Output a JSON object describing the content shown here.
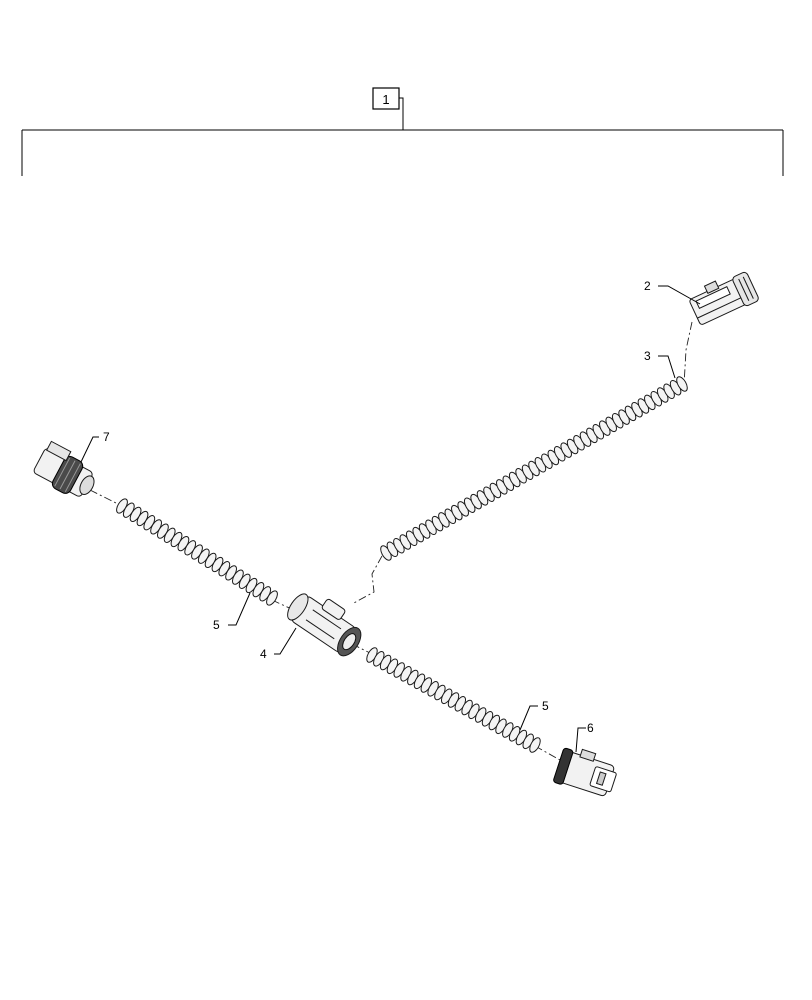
{
  "assembly": {
    "item": "1"
  },
  "callouts": {
    "c2": "2",
    "c3": "3",
    "c4": "4",
    "c5a": "5",
    "c5b": "5",
    "c6": "6",
    "c7": "7"
  },
  "colors": {
    "ink": "#000000",
    "part_fill": "#f2f2f2",
    "dark": "#444444"
  }
}
